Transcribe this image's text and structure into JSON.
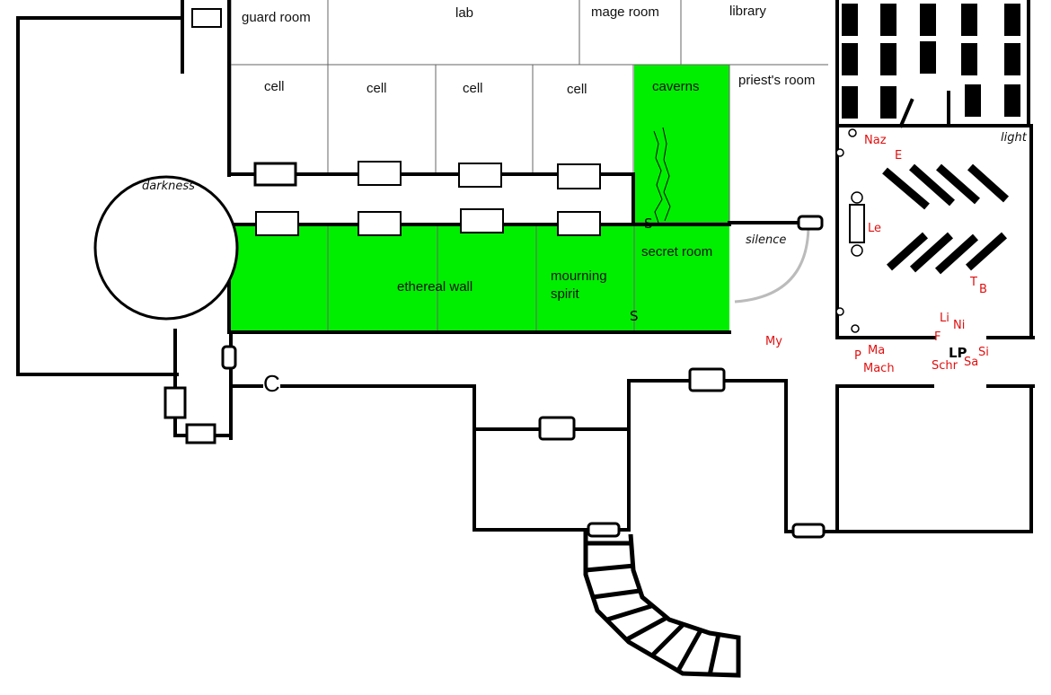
{
  "map": {
    "colors": {
      "highlight": "#00ee00",
      "wall": "#000000",
      "token": "#e01010",
      "arc": "#bbbbbb"
    },
    "rooms": {
      "guard_room": "guard room",
      "lab": "lab",
      "mage_room": "mage room",
      "library": "library",
      "cell_1": "cell",
      "cell_2": "cell",
      "cell_3": "cell",
      "cell_4": "cell",
      "caverns": "caverns",
      "priests_room": "priest's room",
      "darkness": "darkness",
      "ethereal_wall": "ethereal wall",
      "mourning_spirit": "mourning spirit",
      "secret_room": "secret room",
      "silence": "silence",
      "light": "light"
    },
    "markers": {
      "secret_door_1": "S",
      "secret_door_2": "S",
      "c_marker": "C"
    },
    "tokens": {
      "naz": "Naz",
      "e": "E",
      "le": "Le",
      "t": "T",
      "b": "B",
      "li": "Li",
      "ni": "Ni",
      "f": "F",
      "my": "My",
      "ma": "Ma",
      "p": "P",
      "mach": "Mach",
      "lp": "LP",
      "si": "Si",
      "sa": "Sa",
      "schr": "Schr"
    }
  }
}
